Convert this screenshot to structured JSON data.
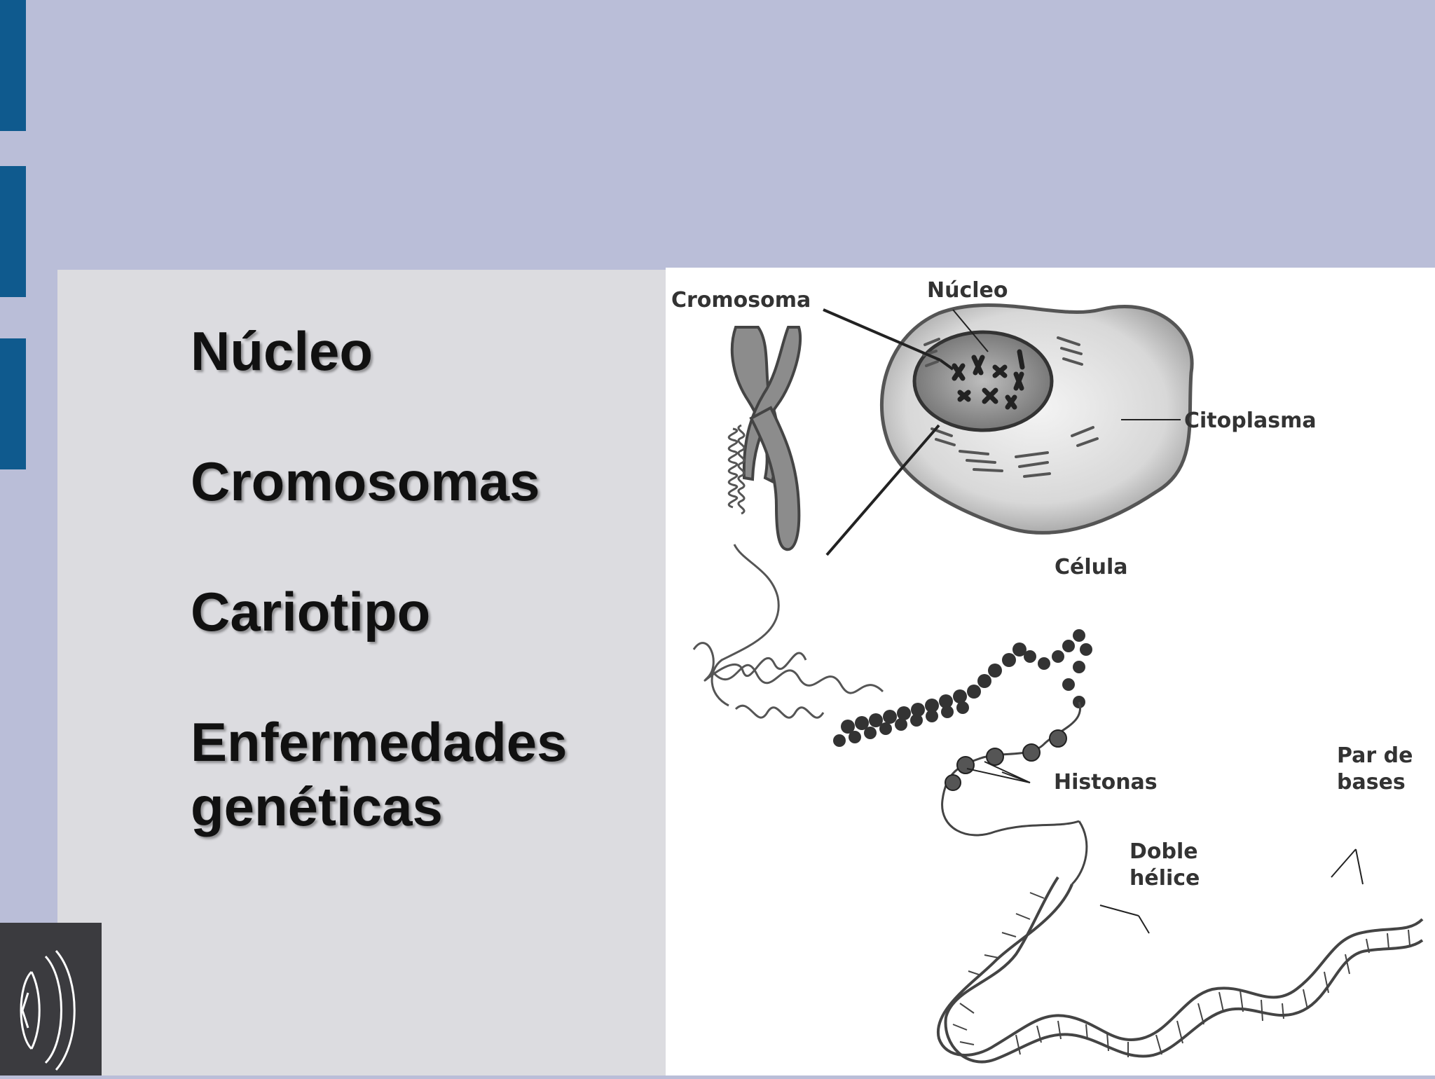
{
  "slide": {
    "topics": [
      "Núcleo",
      "Cromosomas",
      "Cariotipo",
      "Enfermedades\ngenéticas"
    ]
  },
  "diagram": {
    "labels": {
      "cromosoma": "Cromosoma",
      "nucleo": "Núcleo",
      "citoplasma": "Citoplasma",
      "celula": "Célula",
      "histonas": "Histonas",
      "par_de_bases_1": "Par de",
      "par_de_bases_2": "bases",
      "doble_helice_1": "Doble",
      "doble_helice_2": "hélice"
    }
  },
  "colors": {
    "background": "#babed8",
    "panel": "#dcdce0",
    "accent_tab": "#0f5a8e",
    "logo_box": "#3b3b3f"
  },
  "icons": {
    "logo": "speaker-logo-icon"
  }
}
